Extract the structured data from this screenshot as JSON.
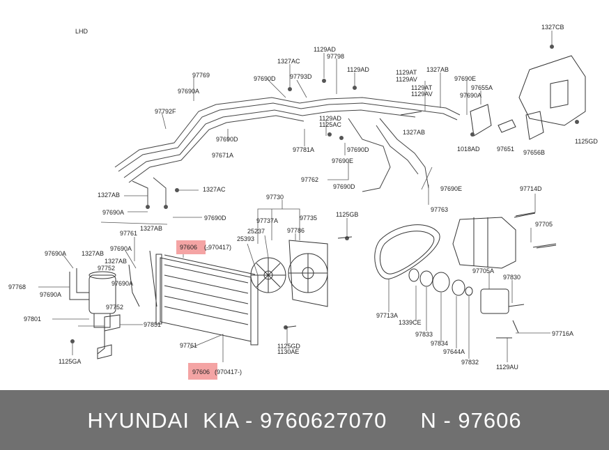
{
  "diagram": {
    "corner_label": "LHD",
    "highlight_top_part": "97606",
    "highlight_top_note": "(-970417)",
    "highlight_bottom_part": "97606",
    "highlight_bottom_note": "(970417-)",
    "part_labels": [
      "1327CB",
      "1129AD",
      "97798",
      "1327AC",
      "1129AD",
      "97769",
      "97690A",
      "97690D",
      "97793D",
      "1129AT",
      "1129AV",
      "1327AB",
      "97690E",
      "1129AT",
      "1129AV",
      "97690A",
      "97655A",
      "97792F",
      "1129AD",
      "1125AC",
      "1327AB",
      "97690D",
      "97671A",
      "97781A",
      "97690D",
      "97690E",
      "1018AD",
      "97651",
      "97656B",
      "1125GD",
      "97762",
      "97690D",
      "1327AB",
      "1327AC",
      "97690E",
      "97763",
      "97730",
      "97690A",
      "97690D",
      "97714D",
      "1327AB",
      "97737A",
      "97735",
      "1125GB",
      "97761",
      "25393",
      "25237",
      "97786",
      "97705",
      "97690A",
      "1327AB",
      "97752",
      "1327AB",
      "97768",
      "97690A",
      "97690A",
      "97690A",
      "97801",
      "97752",
      "97851",
      "1125GA",
      "97705A",
      "97830",
      "97713A",
      "1339CE",
      "97833",
      "97834",
      "97644A",
      "97832",
      "97716A",
      "1129AU",
      "97761",
      "1125GD",
      "1130AE"
    ]
  },
  "footer": {
    "caption": "HYUNDAI  KIA - 9760627070     N - 97606"
  }
}
